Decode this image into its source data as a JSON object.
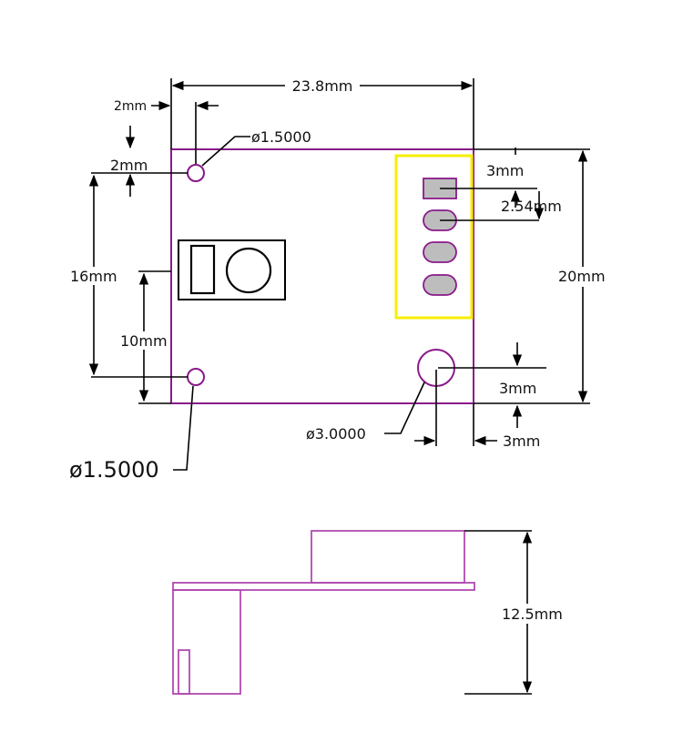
{
  "colors": {
    "board_outline": "#8a1a8a",
    "side_outline": "#b04ab0",
    "header_highlight": "#f5ef00",
    "pad_fill": "#bdbdbd",
    "dimension_line": "#000000"
  },
  "top_view": {
    "width_label": "23.8mm",
    "height_label": "20mm",
    "hole_spacing_label": "16mm",
    "connector_offset_label": "10mm",
    "hole_x_offset_label": "2mm",
    "hole_y_offset_label": "2mm",
    "pad_top_offset_label": "3mm",
    "pad_pitch_label": "2.54mm",
    "big_hole_y_offset_label": "3mm",
    "big_hole_x_offset_label": "3mm",
    "small_hole_top_label": "ø1.5000",
    "small_hole_bottom_label": "ø1.5000",
    "big_hole_label": "ø3.0000"
  },
  "side_view": {
    "height_label": "12.5mm"
  }
}
